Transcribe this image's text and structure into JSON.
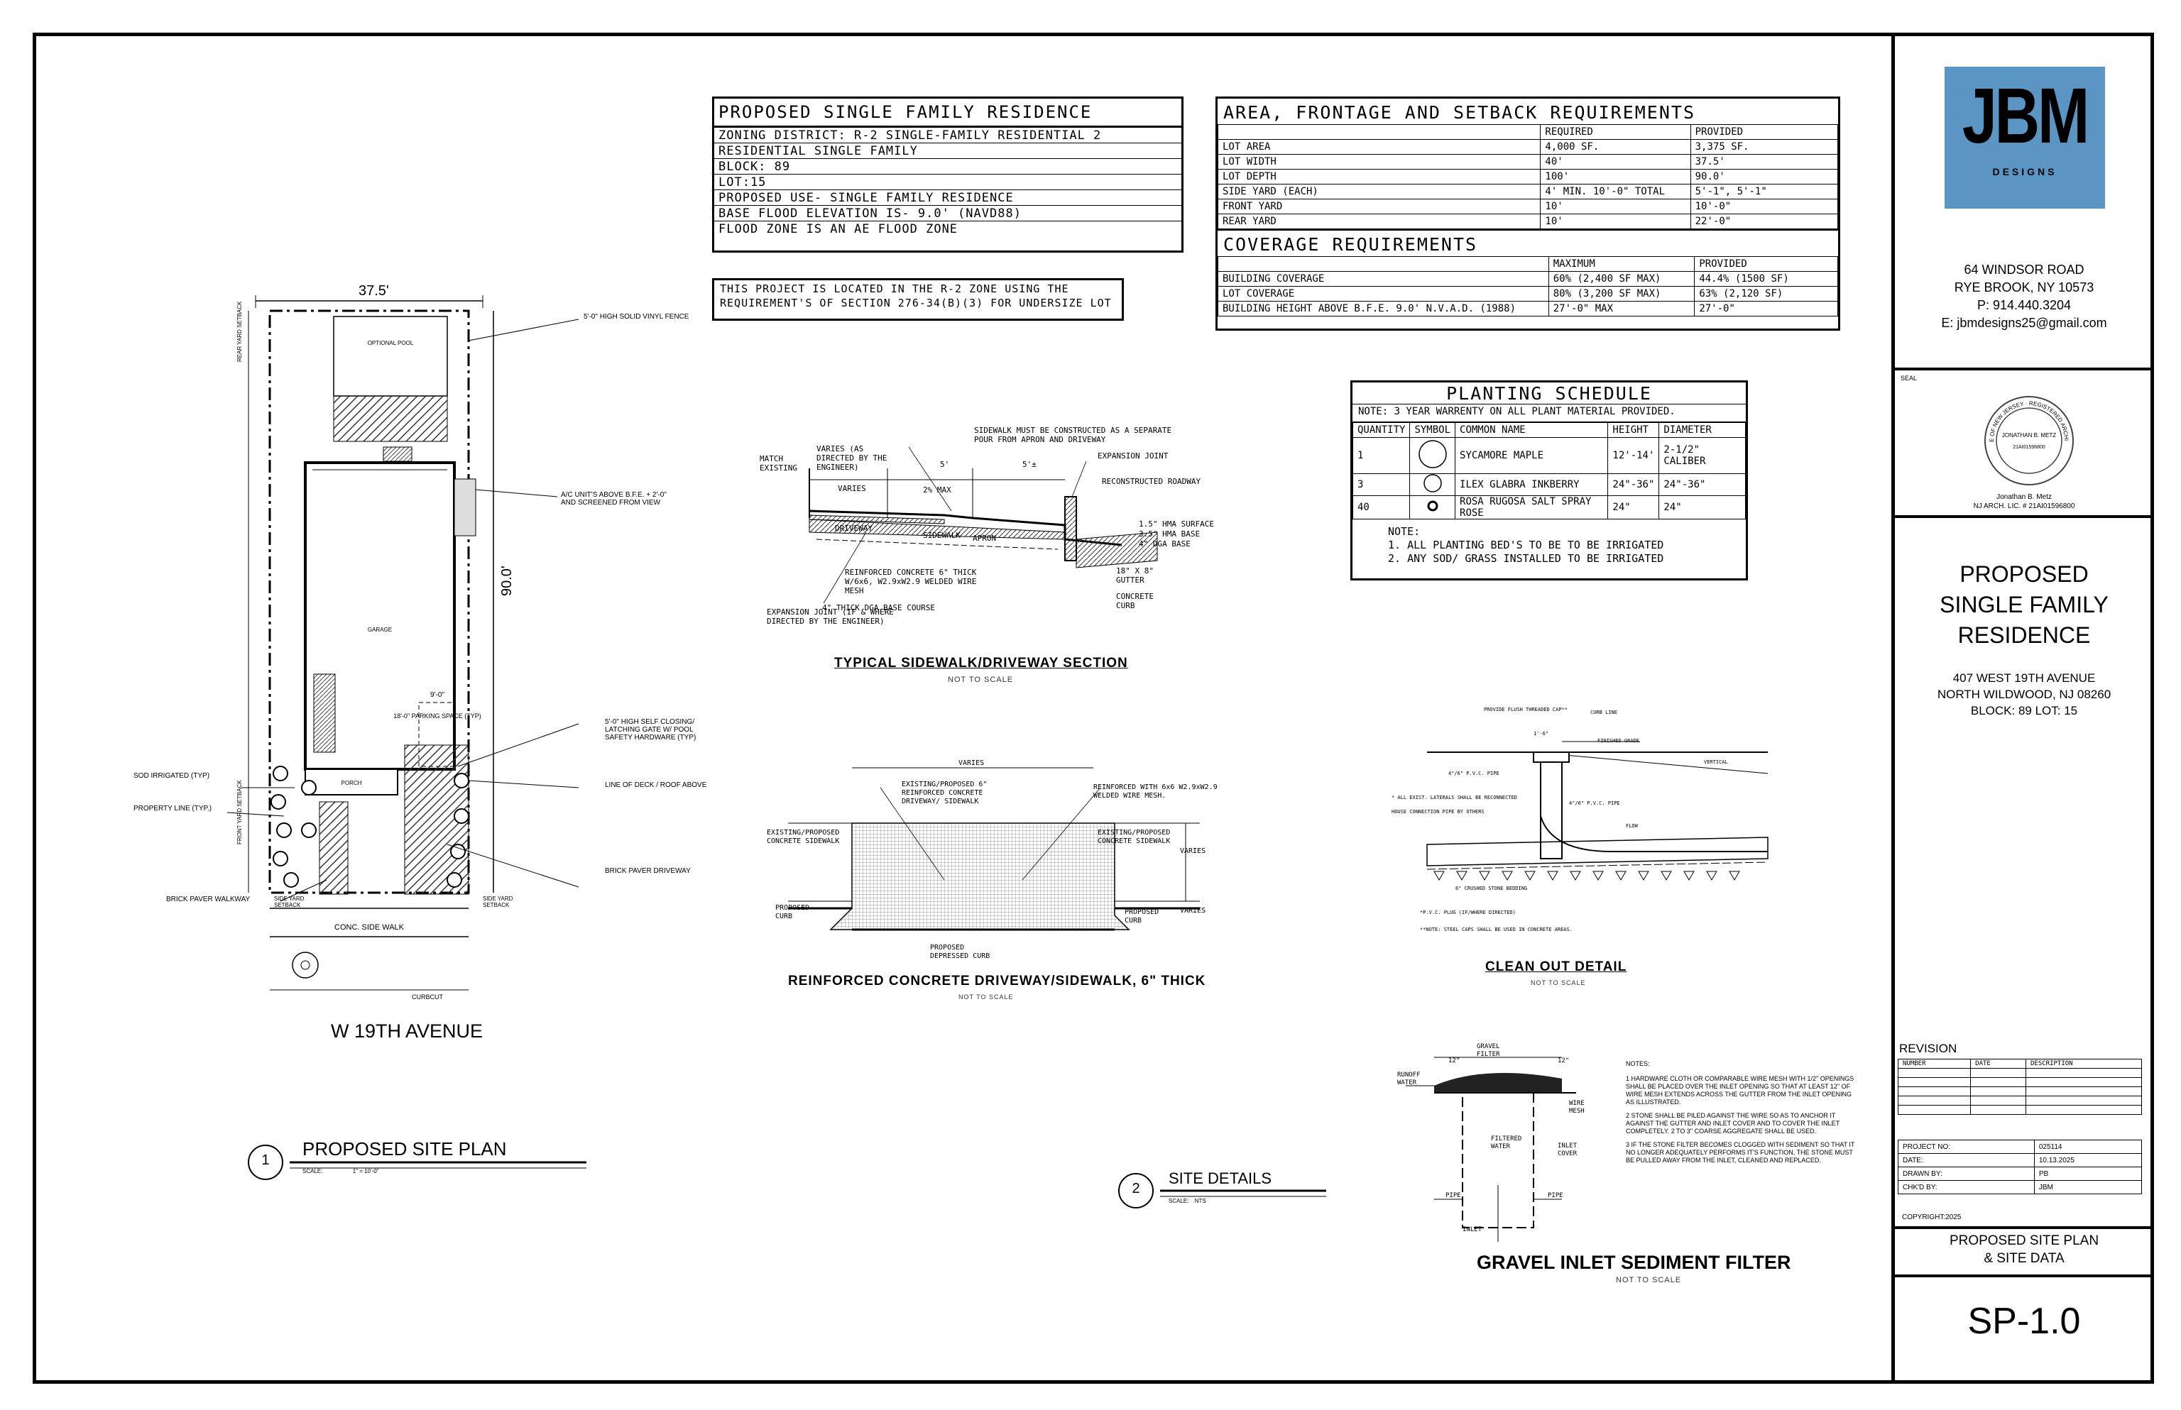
{
  "site_data": {
    "title": "PROPOSED SINGLE FAMILY RESIDENCE",
    "rows": [
      "ZONING DISTRICT: R-2 SINGLE-FAMILY RESIDENTIAL 2",
      "RESIDENTIAL SINGLE FAMILY",
      "BLOCK: 89",
      "LOT:15",
      "PROPOSED USE- SINGLE FAMILY RESIDENCE",
      "BASE FLOOD ELEVATION IS- 9.0' (NAVD88)",
      "FLOOD ZONE IS AN AE FLOOD ZONE"
    ],
    "note": "THIS PROJECT IS LOCATED IN THE R-2 ZONE USING THE REQUIREMENT'S OF SECTION 276-34(B)(3) FOR UNDERSIZE LOT"
  },
  "area_table": {
    "title": "AREA, FRONTAGE AND SETBACK REQUIREMENTS",
    "headers": [
      "",
      "REQUIRED",
      "PROVIDED"
    ],
    "rows": [
      [
        "LOT AREA",
        "4,000 SF.",
        "3,375 SF."
      ],
      [
        "LOT WIDTH",
        "40'",
        "37.5'"
      ],
      [
        "LOT DEPTH",
        "100'",
        "90.0'"
      ],
      [
        "SIDE YARD (EACH)",
        "4' MIN. 10'-0\" TOTAL",
        "5'-1\", 5'-1\""
      ],
      [
        "FRONT YARD",
        "10'",
        "10'-0\""
      ],
      [
        "REAR YARD",
        "10'",
        "22'-0\""
      ]
    ],
    "coverage_title": "COVERAGE REQUIREMENTS",
    "coverage_headers": [
      "",
      "MAXIMUM",
      "PROVIDED"
    ],
    "coverage_rows": [
      [
        "BUILDING COVERAGE",
        "60% (2,400 SF MAX)",
        "44.4% (1500 SF)"
      ],
      [
        "LOT COVERAGE",
        "80% (3,200 SF MAX)",
        "63% (2,120 SF)"
      ],
      [
        "BUILDING HEIGHT ABOVE B.F.E. 9.0' N.V.A.D. (1988)",
        "27'-0\" MAX",
        "27'-0\""
      ]
    ]
  },
  "planting": {
    "title": "PLANTING SCHEDULE",
    "note": "NOTE: 3 YEAR WARRENTY ON ALL PLANT MATERIAL PROVIDED.",
    "headers": [
      "QUANTITY",
      "SYMBOL",
      "COMMON NAME",
      "HEIGHT",
      "DIAMETER"
    ],
    "rows": [
      [
        "1",
        "sycamore-symbol",
        "SYCAMORE MAPLE",
        "12'-14'",
        "2-1/2\" CALIBER"
      ],
      [
        "3",
        "inkberry-symbol",
        "ILEX GLABRA INKBERRY",
        "24\"-36\"",
        "24\"-36\""
      ],
      [
        "40",
        "rose-symbol",
        "ROSA RUGOSA SALT SPRAY ROSE",
        "24\"",
        "24\""
      ]
    ],
    "notes_title": "NOTE:",
    "notes": [
      "1. ALL PLANTING BED'S TO BE TO BE IRRIGATED",
      "2. ANY SOD/ GRASS INSTALLED TO BE IRRIGATED"
    ]
  },
  "site_plan": {
    "width_dim": "37.5'",
    "depth_dim": "90.0'",
    "street": "W 19TH AVENUE",
    "sidewalk": "CONC. SIDE WALK",
    "curbcut": "CURBCUT",
    "pool": "OPTIONAL POOL",
    "garage": "GARAGE",
    "parking": "18'-0\" PARKING SPACE (TYP)",
    "parking_dim": "9'-0\"",
    "porch": "PORCH",
    "callouts_right": [
      "5'-0\" HIGH SOLID VINYL FENCE",
      "A/C UNIT'S ABOVE B.F.E. + 2'-0\" AND SCREENED FROM VIEW",
      "5'-0\" HIGH SELF CLOSING/ LATCHING GATE W/ POOL SAFETY HARDWARE (TYP)",
      "LINE OF DECK / ROOF ABOVE",
      "BRICK PAVER DRIVEWAY"
    ],
    "callouts_left": [
      "SOD IRRIGATED (TYP)",
      "PROPERTY LINE (TYP.)",
      "BRICK PAVER WALKWAY"
    ],
    "setbacks": [
      "REAR YARD SETBACK",
      "FRONT YARD SETBACK",
      "SIDE YARD SETBACK",
      "SIDE YARD SETBACK"
    ],
    "title_num": "1",
    "title": "PROPOSED SITE PLAN",
    "scale_label": "SCALE:",
    "scale": "1\" = 10'-0\""
  },
  "sidewalk_section": {
    "title": "TYPICAL SIDEWALK/DRIVEWAY SECTION",
    "nts": "NOT TO SCALE",
    "labels": [
      "SIDEWALK MUST BE CONSTRUCTED AS A SEPARATE POUR FROM APRON AND DRIVEWAY",
      "VARIES (AS DIRECTED BY THE ENGINEER)",
      "MATCH EXISTING",
      "5'",
      "5'±",
      "2% MAX",
      "EXPANSION JOINT",
      "RECONSTRUCTED ROADWAY",
      "1.5\" HMA SURFACE",
      "3.5\" HMA BASE",
      "4\" DGA BASE",
      "18\" X 8\" GUTTER",
      "CONCRETE CURB",
      "REINFORCED CONCRETE 6\" THICK W/6x6, W2.9xW2.9 WELDED WIRE MESH",
      "4\" THICK DGA BASE COURSE",
      "EXPANSION JOINT (IF & WHERE DIRECTED BY THE ENGINEER)",
      "DRIVEWAY",
      "SIDEWALK",
      "APRON",
      "VARIES"
    ]
  },
  "driveway_plan": {
    "title": "REINFORCED CONCRETE DRIVEWAY/SIDEWALK, 6\" THICK",
    "nts": "NOT TO SCALE",
    "labels": [
      "VARIES",
      "EXISTING/PROPOSED 6\" REINFORCED CONCRETE DRIVEWAY/ SIDEWALK",
      "REINFORCED WITH 6x6 W2.9xW2.9 WELDED WIRE MESH.",
      "EXISTING/PROPOSED CONCRETE SIDEWALK",
      "EXISTING/PROPOSED CONCRETE SIDEWALK",
      "VARIES",
      "VARIES",
      "PROPOSED CURB",
      "PROPOSED CURB",
      "PROPOSED DEPRESSED CURB"
    ]
  },
  "cleanout": {
    "title": "CLEAN OUT DETAIL",
    "nts": "NOT TO SCALE",
    "labels": [
      "PROVIDE FLUSH THREADED CAP**",
      "CURB LINE",
      "FINISHED GRADE",
      "VERTICAL",
      "1'-6\"",
      "4\"/6\" P.V.C. PIPE",
      "* ALL EXIST. LATERALS SHALL BE RECONNECTED",
      "HOUSE CONNECTION PIPE BY OTHERS",
      "4\"/6\" P.V.C. PIPE",
      "FLOW",
      "6\" CRUSHED STONE BEDDING",
      "*P.V.C. PLUG (IF/WHERE DIRECTED)",
      "**NOTE: STEEL CAPS SHALL BE USED IN CONCRETE AREAS."
    ]
  },
  "gravel_inlet": {
    "title": "GRAVEL INLET SEDIMENT FILTER",
    "nts": "NOT TO SCALE",
    "labels": [
      "GRAVEL FILTER",
      "12\"",
      "12\"",
      "RUNOFF WATER",
      "WIRE MESH",
      "FILTERED WATER",
      "INLET COVER",
      "PIPE",
      "PIPE",
      "INLET"
    ],
    "notes_title": "NOTES:",
    "notes": [
      "1   HARDWARE CLOTH OR COMPARABLE WIRE MESH WITH 1/2\" OPENINGS SHALL BE PLACED OVER THE INLET OPENING SO THAT AT LEAST 12\" OF WIRE MESH EXTENDS ACROSS THE GUTTER FROM THE INLET OPENING AS ILLUSTRATED.",
      "2   STONE SHALL BE PILED AGAINST THE WIRE SO AS TO ANCHOR IT AGAINST THE GUTTER AND INLET COVER AND TO COVER THE INLET COMPLETELY. 2 TO 3\" COARSE AGGREGATE SHALL BE USED.",
      "3   IF THE STONE FILTER BECOMES CLOGGED WITH SEDIMENT SO THAT IT NO LONGER ADEQUATELY PERFORMS IT'S FUNCTION, THE STONE MUST BE PULLED AWAY FROM THE INLET, CLEANED AND REPLACED."
    ]
  },
  "site_details": {
    "title_num": "2",
    "title": "SITE DETAILS",
    "scale_label": "SCALE:",
    "scale": "NTS"
  },
  "title_block": {
    "logo": "JBM",
    "logo_sub": "DESIGNS",
    "address": [
      "64 WINDSOR ROAD",
      "RYE BROOK, NY 10573",
      "P: 914.440.3204",
      "E: jbmdesigns25@gmail.com"
    ],
    "seal_label": "SEAL",
    "seal_ring": "STATE OF NEW JERSEY · REGISTERED ARCHITECT",
    "seal_name": "JONATHAN B. METZ",
    "seal_num": "21AI01596800",
    "architect": "Jonathan B. Metz",
    "license": "NJ ARCH. LIC. # 21AI01596800",
    "project": [
      "PROPOSED",
      "SINGLE FAMILY",
      "RESIDENCE"
    ],
    "project_address": [
      "407 WEST 19TH AVENUE",
      "NORTH WILDWOOD, NJ 08260",
      "BLOCK: 89 LOT: 15"
    ],
    "revision_title": "REVISION",
    "revision_headers": [
      "NUMBER",
      "DATE",
      "DESCRIPTION"
    ],
    "info": [
      [
        "PROJECT NO:",
        "025114"
      ],
      [
        "DATE:",
        "10.13.2025"
      ],
      [
        "DRAWN BY:",
        "PB"
      ],
      [
        "CHK'D BY:",
        "JBM"
      ]
    ],
    "copyright": "COPYRIGHT:2025",
    "sheet_title": [
      "PROPOSED SITE PLAN",
      "& SITE DATA"
    ],
    "sheet_no": "SP-1.0"
  },
  "colors": {
    "logo_bg": "#5b95c4",
    "hatch": "#555555"
  }
}
